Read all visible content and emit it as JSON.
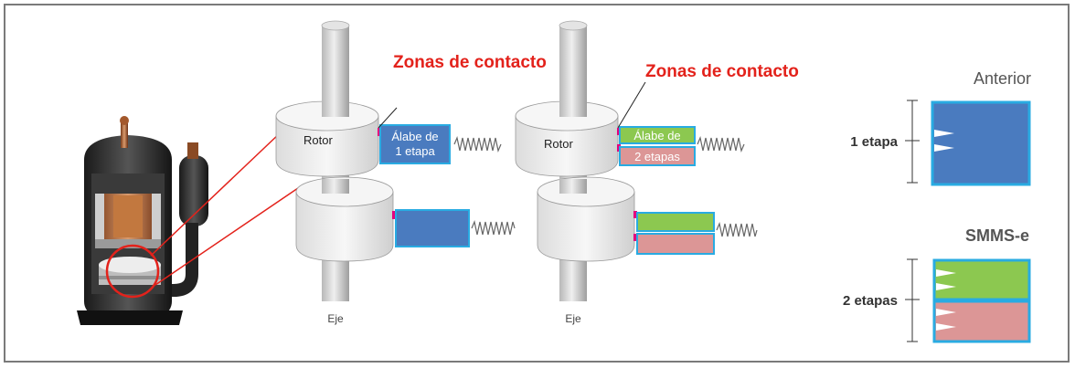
{
  "title_contact_1": "Zonas de contacto",
  "title_contact_2": "Zonas de contacto",
  "rotor_label_1": "Rotor",
  "rotor_label_2": "Rotor",
  "vane_single_line1": "Álabe de",
  "vane_single_line2": "1 etapa",
  "vane_double_top": "Álabe de",
  "vane_double_bottom": "2 etapas",
  "shaft_label_1": "Eje",
  "shaft_label_2": "Eje",
  "legend_anterior": "Anterior",
  "legend_one_stage": "1 etapa",
  "legend_smms": "SMMS-e",
  "legend_two_stage": "2 etapas",
  "colors": {
    "red_title": "#e3221b",
    "blue_block": "#4a7bbf",
    "blue_border": "#29abe2",
    "green_block": "#8cc850",
    "pink_block": "#dc9696",
    "magenta_contact": "#e5007e",
    "rotor_fill": "#eeeeee",
    "shaft_fill": "#d9d9d9"
  }
}
